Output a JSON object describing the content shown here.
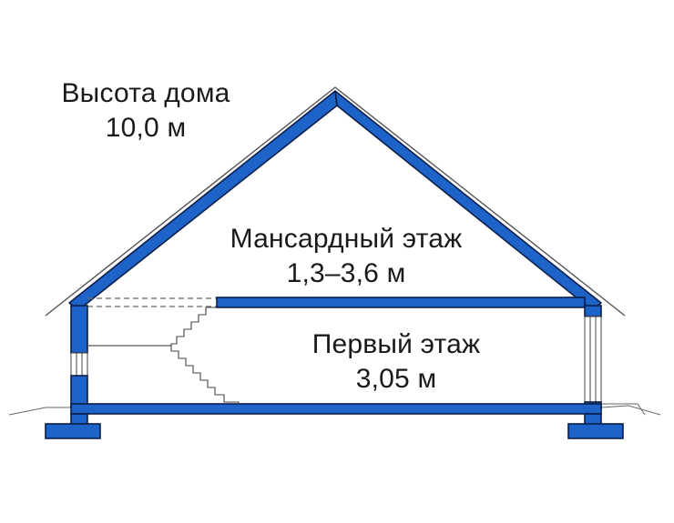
{
  "labels": {
    "house_height_title": "Высота дома",
    "house_height_value": "10,0 м",
    "attic_title": "Мансардный этаж",
    "attic_value": "1,3–3,6 м",
    "ground_title": "Первый этаж",
    "ground_value": "3,05 м"
  },
  "colors": {
    "structure_fill": "#1e63c8",
    "structure_outline": "#0a1f4a",
    "line": "#444444",
    "text": "#1a1a1a",
    "background": "#ffffff"
  }
}
